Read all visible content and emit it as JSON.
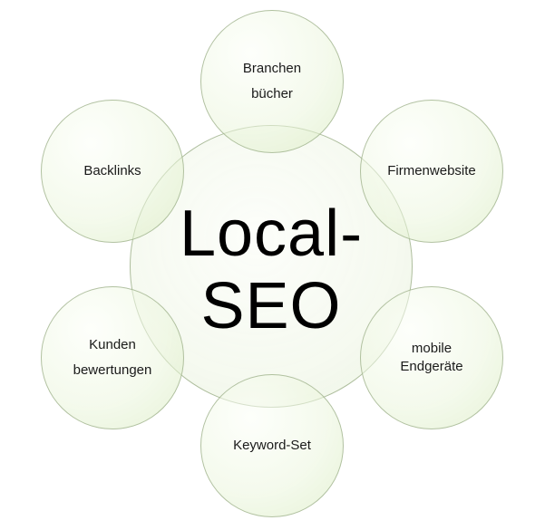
{
  "center": {
    "line1": "Local-",
    "line2": "SEO"
  },
  "satellites": {
    "top": {
      "line1": "Branchen",
      "line2": "bücher"
    },
    "right_top": {
      "line1": "Firmenwebsite"
    },
    "right_bottom": {
      "line1": "mobile",
      "line2": "Endgeräte"
    },
    "bottom": {
      "line1": "Keyword-Set"
    },
    "left_bottom": {
      "line1": "Kunden",
      "line2": "bewertungen"
    },
    "left_top": {
      "line1": "Backlinks"
    }
  },
  "colors": {
    "circle_fill": "#e8f2da",
    "circle_border": "#9aaa82",
    "text": "#000000"
  }
}
